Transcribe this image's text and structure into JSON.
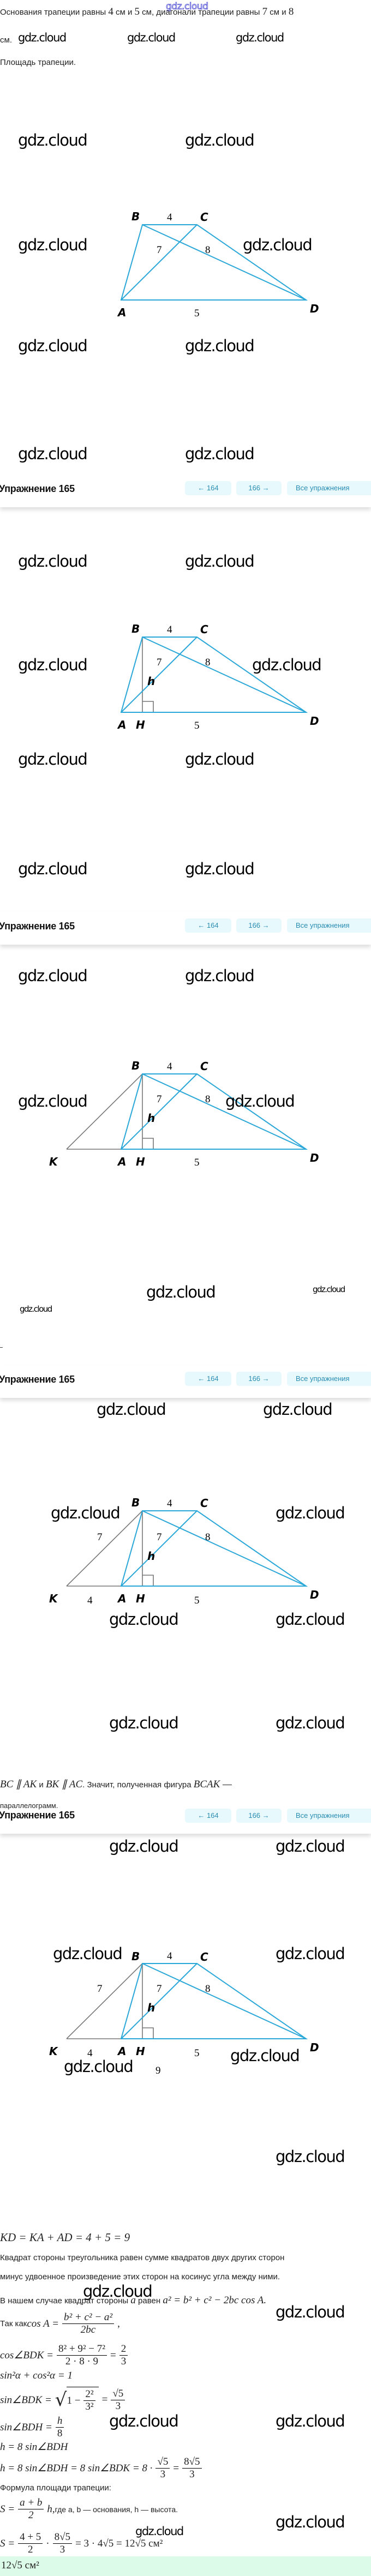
{
  "logo": "gdz.cloud",
  "watermark": "gdz.cloud",
  "problem": {
    "t1": "Основания трапеции равны ",
    "n1": "4",
    "t2": " см и ",
    "n2": "5",
    "t3": " см, диагонали трапеции равны ",
    "n3": "7",
    "t4": " см и ",
    "n4": "8",
    "line2": "см.",
    "task": "Площадь трапеции."
  },
  "nav": {
    "title": "Упражнение 165",
    "prev": "← 164",
    "next": "166 →",
    "all": "Все упражнения"
  },
  "figure": {
    "B": "B",
    "C": "C",
    "A": "A",
    "D": "D",
    "H": "H",
    "K": "K",
    "h": "h",
    "BC": "4",
    "AD": "5",
    "AC": "7",
    "BD": "8",
    "BK": "7",
    "KA": "4",
    "KD": "9"
  },
  "solution": {
    "par_math1": "BC ∥ AK",
    "par_and": " и ",
    "par_math2": "BK ∥ AC",
    "par_text": ". Значит, полученная фигура ",
    "par_math3": "BCAK —",
    "parallelogram": "параллелограмм.",
    "kd": "KD = KA + AD = 4 + 5 = 9",
    "law1": "Квадрат стороны треугольника равен сумме квадратов двух других сторон",
    "law2": "минус удвоенное произведение этих сторон на косинус угла между ними.",
    "case_text": "В нашем случае квадрат стороны ",
    "case_var": "a",
    "case_mid": " равен ",
    "case_formula": "a² = b² + c² − 2bc cos A.",
    "since": "Так как ",
    "cosA": "cos A =",
    "cosA_num": "b² + c² − a²",
    "cosA_den": "2bc",
    "comma": ",",
    "cosBDK": "cos∠BDK =",
    "cosBDK_num": "8² + 9² − 7²",
    "cosBDK_den": "2 · 8 · 9",
    "eq": "=",
    "two": "2",
    "three": "3",
    "identity": "sin²α + cos²α = 1",
    "sinBDK": "sin∠BDK =",
    "one_minus": "1 −",
    "two_sq": "2²",
    "three_sq": "3²",
    "sqrt5": "√5",
    "sinBDH": "sin∠BDH =",
    "h": "h",
    "eight": "8",
    "h1": "h = 8 sin∠BDH",
    "h2": "h = 8 sin∠BDH = 8 sin∠BDK = 8 ·",
    "eight_sqrt5": "8√5",
    "formula_label": "Формула площади трапеции:",
    "S": "S =",
    "ab": "a + b",
    "h_comma": "h,",
    "S_text": " где a, b — основания, h — высота.",
    "four_five": "4 + 5",
    "dot": "·",
    "S_tail": "= 3 · 4√5 = 12√5 см²",
    "answer": "12√5 см²"
  }
}
